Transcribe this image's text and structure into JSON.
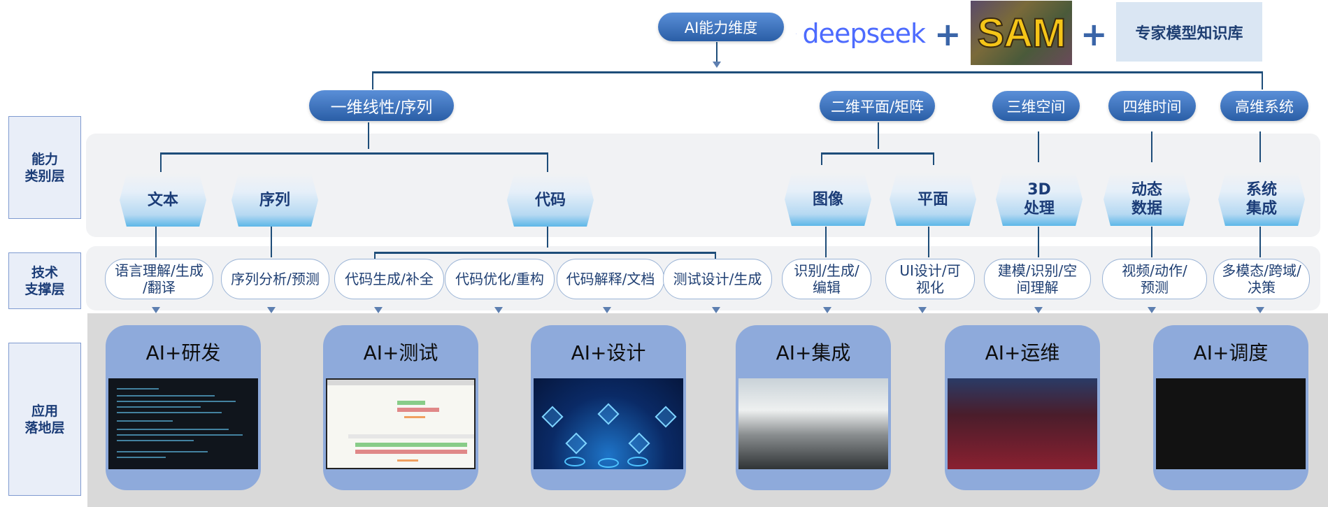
{
  "layers": {
    "capability": "能力\n类别层",
    "tech": "技术\n支撑层",
    "application": "应用\n落地层"
  },
  "top": {
    "ai_dimension": "AI能力维度",
    "deepseek": "deepseek",
    "plus": "+",
    "sam": "SAM",
    "expert_kb": "专家模型知识库"
  },
  "dimensions": [
    "一维线性/序列",
    "二维平面/矩阵",
    "三维空间",
    "四维时间",
    "高维系统"
  ],
  "categories": [
    "文本",
    "序列",
    "代码",
    "图像",
    "平面",
    "3D\n处理",
    "动态\n数据",
    "系统\n集成"
  ],
  "techs": [
    "语言理解/生成\n/翻译",
    "序列分析/预测",
    "代码生成/补全",
    "代码优化/重构",
    "代码解释/文档",
    "测试设计/生成",
    "识别/生成/\n编辑",
    "UI设计/可\n视化",
    "建模/识别/空\n间理解",
    "视频/动作/\n预测",
    "多模态/跨域/\n决策"
  ],
  "apps": [
    "AI+研发",
    "AI+测试",
    "AI+设计",
    "AI+集成",
    "AI+运维",
    "AI+调度"
  ],
  "colors": {
    "pill_top": "#5a8fd8",
    "pill_bottom": "#2a5ea6",
    "connector": "#1e4d79",
    "card": "#8eaadb",
    "band": "#f1f2f4",
    "app_band": "#d9d9d9"
  }
}
